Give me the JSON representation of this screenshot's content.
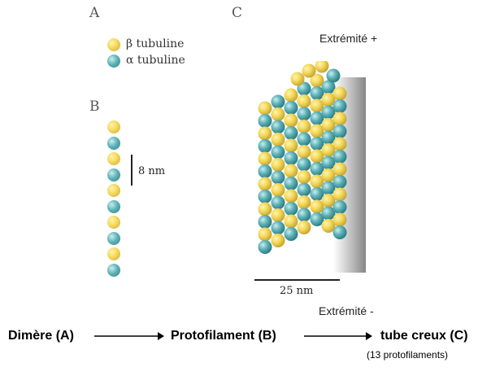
{
  "panels": {
    "a": "A",
    "b": "B",
    "c": "C"
  },
  "legend": {
    "beta_label": "β tubuline",
    "alpha_label": "α tubuline",
    "beta_color": "#f3d85a",
    "alpha_color": "#5fb3b8"
  },
  "protofilament": {
    "scale_label": "8 nm",
    "sequence": [
      "beta",
      "alpha",
      "beta",
      "alpha",
      "beta",
      "alpha",
      "beta",
      "alpha",
      "beta",
      "alpha"
    ]
  },
  "tube": {
    "plus_end": "Extrémité +",
    "minus_end": "Extrémité -",
    "scale_label": "25 nm"
  },
  "flow": {
    "step1": "Dimère (A)",
    "step2": "Protofilament (B)",
    "step3": "tube creux (C)",
    "step3_note": "(13 protofilaments)"
  }
}
